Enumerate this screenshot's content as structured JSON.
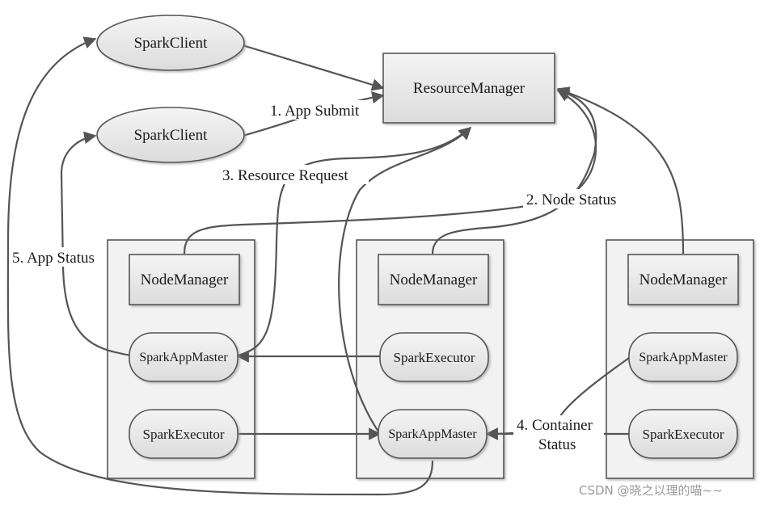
{
  "nodes": {
    "spark_client_1": "SparkClient",
    "spark_client_2": "SparkClient",
    "resource_manager": "ResourceManager",
    "node_manager_1": "NodeManager",
    "node_manager_2": "NodeManager",
    "node_manager_3": "NodeManager",
    "app_master_1": "SparkAppMaster",
    "executor_1": "SparkExecutor",
    "executor_2": "SparkExecutor",
    "app_master_2": "SparkAppMaster",
    "app_master_3": "SparkAppMaster",
    "executor_3": "SparkExecutor"
  },
  "edges": {
    "app_submit": "1. App Submit",
    "node_status": "2. Node Status",
    "resource_request": "3. Resource Request",
    "container_status_line1": "4. Container",
    "container_status_line2": "Status",
    "app_status": "5. App Status"
  },
  "watermark": "CSDN @晓之以理的喵~~",
  "colors": {
    "shape_fill": "#e6e6e6",
    "container_fill": "#f2f2f2",
    "stroke": "#555555"
  }
}
